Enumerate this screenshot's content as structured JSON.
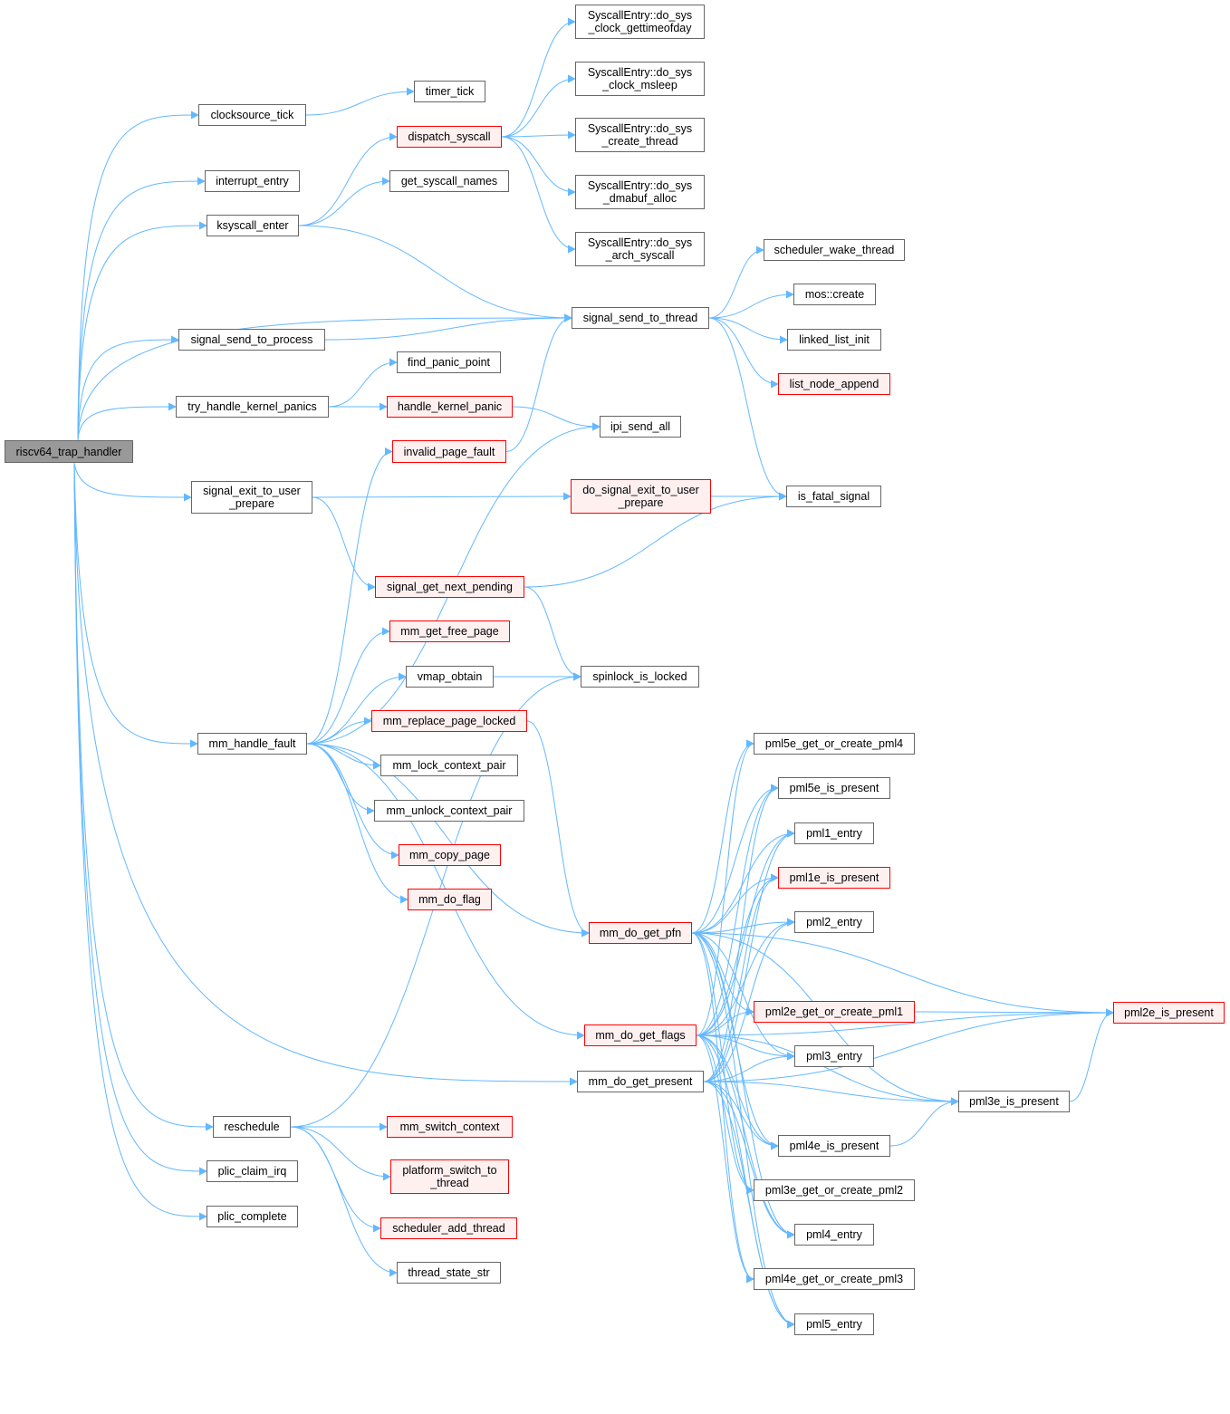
{
  "graph": {
    "type": "call-graph",
    "root": "riscv64_trap_handler",
    "colors": {
      "edge": "#63b8ff",
      "node_border": "#666666",
      "red_border": "#ff0000",
      "red_fill": "#fff0f0",
      "root_fill": "#999999"
    },
    "nodes": [
      {
        "id": "trap",
        "label": "riscv64_trap_handler",
        "style": "root"
      },
      {
        "id": "clocksource_tick",
        "label": "clocksource_tick",
        "style": "normal"
      },
      {
        "id": "interrupt_entry",
        "label": "interrupt_entry",
        "style": "normal"
      },
      {
        "id": "ksyscall_enter",
        "label": "ksyscall_enter",
        "style": "normal"
      },
      {
        "id": "signal_send_to_process",
        "label": "signal_send_to_process",
        "style": "normal"
      },
      {
        "id": "try_handle_kernel_panics",
        "label": "try_handle_kernel_panics",
        "style": "normal"
      },
      {
        "id": "signal_exit_to_user_prepare",
        "label": "signal_exit_to_user\n_prepare",
        "style": "normal"
      },
      {
        "id": "mm_handle_fault",
        "label": "mm_handle_fault",
        "style": "normal"
      },
      {
        "id": "reschedule",
        "label": "reschedule",
        "style": "normal"
      },
      {
        "id": "plic_claim_irq",
        "label": "plic_claim_irq",
        "style": "normal"
      },
      {
        "id": "plic_complete",
        "label": "plic_complete",
        "style": "normal"
      },
      {
        "id": "timer_tick",
        "label": "timer_tick",
        "style": "normal"
      },
      {
        "id": "dispatch_syscall",
        "label": "dispatch_syscall",
        "style": "red"
      },
      {
        "id": "get_syscall_names",
        "label": "get_syscall_names",
        "style": "normal"
      },
      {
        "id": "find_panic_point",
        "label": "find_panic_point",
        "style": "normal"
      },
      {
        "id": "handle_kernel_panic",
        "label": "handle_kernel_panic",
        "style": "red"
      },
      {
        "id": "invalid_page_fault",
        "label": "invalid_page_fault",
        "style": "red"
      },
      {
        "id": "signal_get_next_pending",
        "label": "signal_get_next_pending",
        "style": "red"
      },
      {
        "id": "mm_get_free_page",
        "label": "mm_get_free_page",
        "style": "red"
      },
      {
        "id": "vmap_obtain",
        "label": "vmap_obtain",
        "style": "normal"
      },
      {
        "id": "mm_replace_page_locked",
        "label": "mm_replace_page_locked",
        "style": "red"
      },
      {
        "id": "mm_lock_context_pair",
        "label": "mm_lock_context_pair",
        "style": "normal"
      },
      {
        "id": "mm_unlock_context_pair",
        "label": "mm_unlock_context_pair",
        "style": "normal"
      },
      {
        "id": "mm_copy_page",
        "label": "mm_copy_page",
        "style": "red"
      },
      {
        "id": "mm_do_flag",
        "label": "mm_do_flag",
        "style": "red"
      },
      {
        "id": "mm_switch_context",
        "label": "mm_switch_context",
        "style": "red"
      },
      {
        "id": "platform_switch_to_thread",
        "label": "platform_switch_to\n_thread",
        "style": "red"
      },
      {
        "id": "scheduler_add_thread",
        "label": "scheduler_add_thread",
        "style": "red"
      },
      {
        "id": "thread_state_str",
        "label": "thread_state_str",
        "style": "normal"
      },
      {
        "id": "sys_gettimeofday",
        "label": "SyscallEntry::do_sys\n_clock_gettimeofday",
        "style": "normal"
      },
      {
        "id": "sys_msleep",
        "label": "SyscallEntry::do_sys\n_clock_msleep",
        "style": "normal"
      },
      {
        "id": "sys_create_thread",
        "label": "SyscallEntry::do_sys\n_create_thread",
        "style": "normal"
      },
      {
        "id": "sys_dmabuf_alloc",
        "label": "SyscallEntry::do_sys\n_dmabuf_alloc",
        "style": "normal"
      },
      {
        "id": "sys_arch_syscall",
        "label": "SyscallEntry::do_sys\n_arch_syscall",
        "style": "normal"
      },
      {
        "id": "signal_send_to_thread",
        "label": "signal_send_to_thread",
        "style": "normal"
      },
      {
        "id": "ipi_send_all",
        "label": "ipi_send_all",
        "style": "normal"
      },
      {
        "id": "do_signal_exit_to_user_prepare",
        "label": "do_signal_exit_to_user\n_prepare",
        "style": "red"
      },
      {
        "id": "spinlock_is_locked",
        "label": "spinlock_is_locked",
        "style": "normal"
      },
      {
        "id": "mm_do_get_pfn",
        "label": "mm_do_get_pfn",
        "style": "red"
      },
      {
        "id": "mm_do_get_flags",
        "label": "mm_do_get_flags",
        "style": "red"
      },
      {
        "id": "mm_do_get_present",
        "label": "mm_do_get_present",
        "style": "normal"
      },
      {
        "id": "scheduler_wake_thread",
        "label": "scheduler_wake_thread",
        "style": "normal"
      },
      {
        "id": "mos_create",
        "label": "mos::create",
        "style": "normal"
      },
      {
        "id": "linked_list_init",
        "label": "linked_list_init",
        "style": "normal"
      },
      {
        "id": "list_node_append",
        "label": "list_node_append",
        "style": "red"
      },
      {
        "id": "is_fatal_signal",
        "label": "is_fatal_signal",
        "style": "normal"
      },
      {
        "id": "pml5e_get_or_create_pml4",
        "label": "pml5e_get_or_create_pml4",
        "style": "normal"
      },
      {
        "id": "pml5e_is_present",
        "label": "pml5e_is_present",
        "style": "normal"
      },
      {
        "id": "pml1_entry",
        "label": "pml1_entry",
        "style": "normal"
      },
      {
        "id": "pml1e_is_present",
        "label": "pml1e_is_present",
        "style": "red"
      },
      {
        "id": "pml2_entry",
        "label": "pml2_entry",
        "style": "normal"
      },
      {
        "id": "pml2e_get_or_create_pml1",
        "label": "pml2e_get_or_create_pml1",
        "style": "red"
      },
      {
        "id": "pml3_entry",
        "label": "pml3_entry",
        "style": "normal"
      },
      {
        "id": "pml4e_is_present",
        "label": "pml4e_is_present",
        "style": "normal"
      },
      {
        "id": "pml3e_get_or_create_pml2",
        "label": "pml3e_get_or_create_pml2",
        "style": "normal"
      },
      {
        "id": "pml4_entry",
        "label": "pml4_entry",
        "style": "normal"
      },
      {
        "id": "pml4e_get_or_create_pml3",
        "label": "pml4e_get_or_create_pml3",
        "style": "normal"
      },
      {
        "id": "pml5_entry",
        "label": "pml5_entry",
        "style": "normal"
      },
      {
        "id": "pml3e_is_present",
        "label": "pml3e_is_present",
        "style": "normal"
      },
      {
        "id": "pml2e_is_present",
        "label": "pml2e_is_present",
        "style": "red"
      }
    ],
    "edges": [
      [
        "trap",
        "clocksource_tick"
      ],
      [
        "trap",
        "interrupt_entry"
      ],
      [
        "trap",
        "ksyscall_enter"
      ],
      [
        "trap",
        "signal_send_to_thread"
      ],
      [
        "trap",
        "signal_send_to_process"
      ],
      [
        "trap",
        "try_handle_kernel_panics"
      ],
      [
        "trap",
        "signal_exit_to_user_prepare"
      ],
      [
        "trap",
        "mm_handle_fault"
      ],
      [
        "trap",
        "mm_do_get_present"
      ],
      [
        "trap",
        "reschedule"
      ],
      [
        "trap",
        "plic_claim_irq"
      ],
      [
        "trap",
        "plic_complete"
      ],
      [
        "clocksource_tick",
        "timer_tick"
      ],
      [
        "ksyscall_enter",
        "dispatch_syscall"
      ],
      [
        "ksyscall_enter",
        "get_syscall_names"
      ],
      [
        "ksyscall_enter",
        "signal_send_to_thread"
      ],
      [
        "dispatch_syscall",
        "sys_gettimeofday"
      ],
      [
        "dispatch_syscall",
        "sys_msleep"
      ],
      [
        "dispatch_syscall",
        "sys_create_thread"
      ],
      [
        "dispatch_syscall",
        "sys_dmabuf_alloc"
      ],
      [
        "dispatch_syscall",
        "sys_arch_syscall"
      ],
      [
        "signal_send_to_process",
        "signal_send_to_thread"
      ],
      [
        "try_handle_kernel_panics",
        "find_panic_point"
      ],
      [
        "try_handle_kernel_panics",
        "handle_kernel_panic"
      ],
      [
        "handle_kernel_panic",
        "ipi_send_all"
      ],
      [
        "invalid_page_fault",
        "signal_send_to_thread"
      ],
      [
        "signal_exit_to_user_prepare",
        "do_signal_exit_to_user_prepare"
      ],
      [
        "signal_exit_to_user_prepare",
        "signal_get_next_pending"
      ],
      [
        "do_signal_exit_to_user_prepare",
        "is_fatal_signal"
      ],
      [
        "signal_get_next_pending",
        "is_fatal_signal"
      ],
      [
        "signal_get_next_pending",
        "spinlock_is_locked"
      ],
      [
        "signal_send_to_thread",
        "scheduler_wake_thread"
      ],
      [
        "signal_send_to_thread",
        "mos_create"
      ],
      [
        "signal_send_to_thread",
        "linked_list_init"
      ],
      [
        "signal_send_to_thread",
        "list_node_append"
      ],
      [
        "signal_send_to_thread",
        "is_fatal_signal"
      ],
      [
        "mm_handle_fault",
        "invalid_page_fault"
      ],
      [
        "mm_handle_fault",
        "ipi_send_all"
      ],
      [
        "mm_handle_fault",
        "mm_get_free_page"
      ],
      [
        "mm_handle_fault",
        "vmap_obtain"
      ],
      [
        "mm_handle_fault",
        "mm_replace_page_locked"
      ],
      [
        "mm_handle_fault",
        "mm_lock_context_pair"
      ],
      [
        "mm_handle_fault",
        "mm_unlock_context_pair"
      ],
      [
        "mm_handle_fault",
        "mm_copy_page"
      ],
      [
        "mm_handle_fault",
        "mm_do_flag"
      ],
      [
        "mm_handle_fault",
        "mm_do_get_pfn"
      ],
      [
        "mm_handle_fault",
        "mm_do_get_flags"
      ],
      [
        "vmap_obtain",
        "spinlock_is_locked"
      ],
      [
        "mm_replace_page_locked",
        "mm_do_get_pfn"
      ],
      [
        "reschedule",
        "spinlock_is_locked"
      ],
      [
        "reschedule",
        "mm_switch_context"
      ],
      [
        "reschedule",
        "platform_switch_to_thread"
      ],
      [
        "reschedule",
        "scheduler_add_thread"
      ],
      [
        "reschedule",
        "thread_state_str"
      ],
      [
        "mm_do_get_pfn",
        "pml5e_get_or_create_pml4"
      ],
      [
        "mm_do_get_pfn",
        "pml5e_is_present"
      ],
      [
        "mm_do_get_pfn",
        "pml1_entry"
      ],
      [
        "mm_do_get_pfn",
        "pml1e_is_present"
      ],
      [
        "mm_do_get_pfn",
        "pml2_entry"
      ],
      [
        "mm_do_get_pfn",
        "pml2e_get_or_create_pml1"
      ],
      [
        "mm_do_get_pfn",
        "pml3_entry"
      ],
      [
        "mm_do_get_pfn",
        "pml4e_is_present"
      ],
      [
        "mm_do_get_pfn",
        "pml3e_get_or_create_pml2"
      ],
      [
        "mm_do_get_pfn",
        "pml4_entry"
      ],
      [
        "mm_do_get_pfn",
        "pml4e_get_or_create_pml3"
      ],
      [
        "mm_do_get_pfn",
        "pml5_entry"
      ],
      [
        "mm_do_get_pfn",
        "pml3e_is_present"
      ],
      [
        "mm_do_get_pfn",
        "pml2e_is_present"
      ],
      [
        "mm_do_get_flags",
        "pml5e_get_or_create_pml4"
      ],
      [
        "mm_do_get_flags",
        "pml5e_is_present"
      ],
      [
        "mm_do_get_flags",
        "pml1_entry"
      ],
      [
        "mm_do_get_flags",
        "pml1e_is_present"
      ],
      [
        "mm_do_get_flags",
        "pml2_entry"
      ],
      [
        "mm_do_get_flags",
        "pml2e_get_or_create_pml1"
      ],
      [
        "mm_do_get_flags",
        "pml3_entry"
      ],
      [
        "mm_do_get_flags",
        "pml4e_is_present"
      ],
      [
        "mm_do_get_flags",
        "pml3e_get_or_create_pml2"
      ],
      [
        "mm_do_get_flags",
        "pml4_entry"
      ],
      [
        "mm_do_get_flags",
        "pml4e_get_or_create_pml3"
      ],
      [
        "mm_do_get_flags",
        "pml5_entry"
      ],
      [
        "mm_do_get_flags",
        "pml3e_is_present"
      ],
      [
        "mm_do_get_flags",
        "pml2e_is_present"
      ],
      [
        "mm_do_get_present",
        "pml5e_is_present"
      ],
      [
        "mm_do_get_present",
        "pml1_entry"
      ],
      [
        "mm_do_get_present",
        "pml1e_is_present"
      ],
      [
        "mm_do_get_present",
        "pml2_entry"
      ],
      [
        "mm_do_get_present",
        "pml3_entry"
      ],
      [
        "mm_do_get_present",
        "pml4e_is_present"
      ],
      [
        "mm_do_get_present",
        "pml4_entry"
      ],
      [
        "mm_do_get_present",
        "pml5_entry"
      ],
      [
        "mm_do_get_present",
        "pml3e_is_present"
      ],
      [
        "mm_do_get_present",
        "pml2e_is_present"
      ],
      [
        "pml2e_get_or_create_pml1",
        "pml2e_is_present"
      ],
      [
        "pml3e_is_present",
        "pml2e_is_present"
      ],
      [
        "pml4e_is_present",
        "pml3e_is_present"
      ]
    ]
  }
}
